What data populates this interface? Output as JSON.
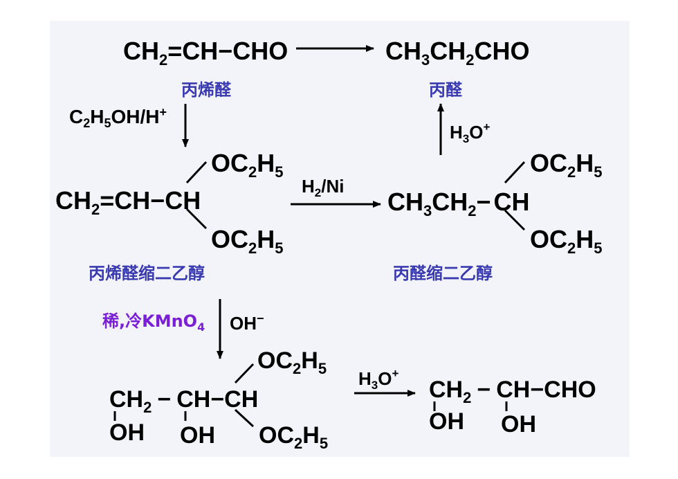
{
  "title": "",
  "colors": {
    "panel": "#f3f4fa",
    "structure": "#000000",
    "name": "#3a3ab0",
    "reagent": "#e00000",
    "reagent_purple": "#7a1fd6"
  },
  "reaction_arrows": [
    {
      "from": "acrolein",
      "to": "propanal"
    },
    {
      "from": "acrolein",
      "to": "acrolein_acetal",
      "reagent": "C2H5OH/H+"
    },
    {
      "from": "acrolein_acetal",
      "to": "propanal_acetal",
      "reagent": "H2/Ni"
    },
    {
      "from": "propanal_acetal",
      "to": "propanal",
      "reagent": "H3O+"
    },
    {
      "from": "acrolein_acetal",
      "to": "diol_acetal",
      "reagent": "稀,冷KMnO4 / OH−"
    },
    {
      "from": "diol_acetal",
      "to": "glyceraldehyde",
      "reagent": "H3O+"
    }
  ],
  "molecules": {
    "acrolein": {
      "name": "丙烯醛",
      "formula": [
        "CH",
        "2",
        "=CH−CHO"
      ]
    },
    "propanal": {
      "name": "丙醛",
      "formula": [
        "CH",
        "3",
        "CH",
        "2",
        "CHO"
      ]
    },
    "acrolein_acetal": {
      "name": "丙烯醛缩二乙醇",
      "main": [
        "CH",
        "2",
        "=CH−CH"
      ],
      "oc2h5": [
        "OC",
        "2",
        "H",
        "5"
      ]
    },
    "propanal_acetal": {
      "name": "丙醛缩二乙醇",
      "main": [
        "CH",
        "3",
        "CH",
        "2",
        "−",
        "CH"
      ],
      "oc2h5": [
        "OC",
        "2",
        "H",
        "5"
      ]
    },
    "diol_acetal": {
      "main": [
        "CH",
        "2",
        "−",
        "CH−CH"
      ],
      "oh": "OH",
      "oc2h5": [
        "OC",
        "2",
        "H",
        "5"
      ]
    },
    "glyceraldehyde": {
      "main": [
        "CH",
        "2",
        "−",
        "CH−CHO"
      ],
      "oh": "OH"
    }
  },
  "reagents": {
    "etoh": [
      "C",
      "2",
      "H",
      "5",
      "OH/H",
      "+"
    ],
    "h2ni": [
      "H",
      "2",
      "/Ni"
    ],
    "h3o": [
      "H",
      "3",
      "O",
      "+"
    ],
    "kmno4": [
      "稀,冷KMnO",
      "4"
    ],
    "oh": [
      "OH",
      "−"
    ]
  }
}
